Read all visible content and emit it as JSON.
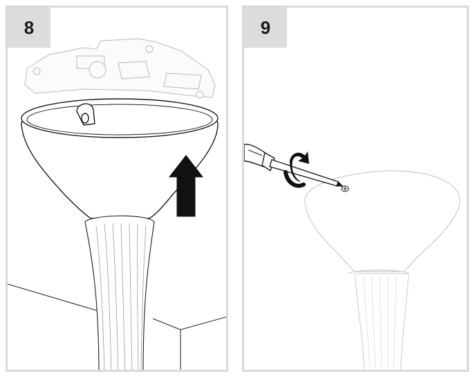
{
  "steps": [
    {
      "number": "8",
      "icons": [
        "ceiling-canopy",
        "mounting-plate",
        "hook-icon",
        "arrow-up-icon",
        "lamp-stem"
      ]
    },
    {
      "number": "9",
      "icons": [
        "screwdriver-icon",
        "rotate-arrow-icon",
        "screw-icon",
        "ceiling-canopy",
        "lamp-stem"
      ]
    }
  ],
  "colors": {
    "line": "#1a1a1a",
    "badge": "#dcdcdc",
    "border": "#d9d9d9",
    "ghost": "#c8c8c8",
    "arrow": "#111111"
  }
}
